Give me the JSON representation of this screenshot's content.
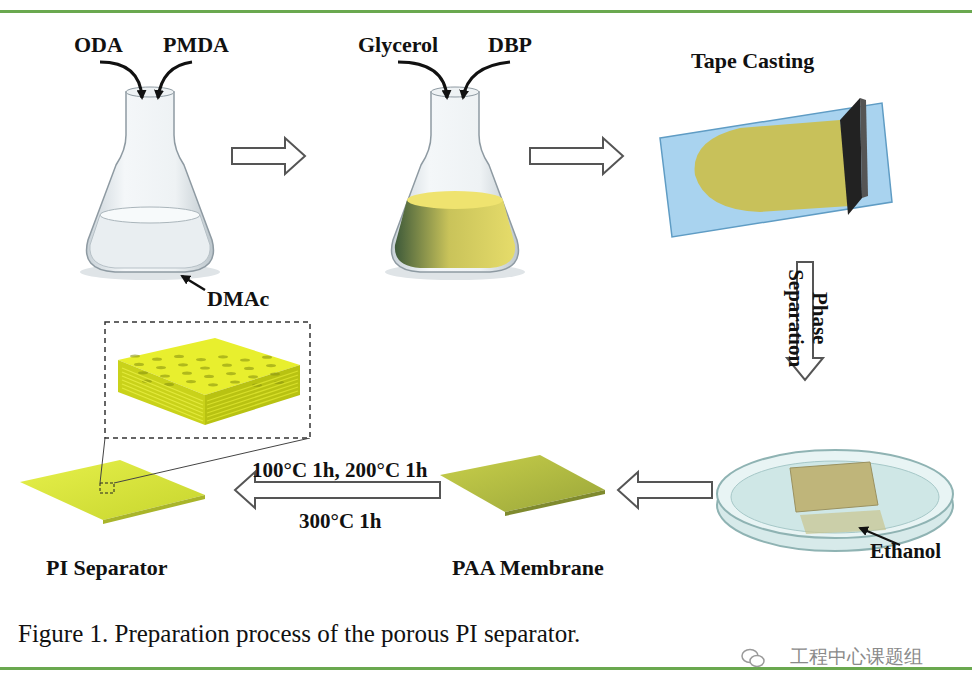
{
  "diagram": {
    "caption": "Figure 1. Preparation process of the porous PI separator.",
    "labels": [
      "ODA",
      "PMDA",
      "DMAc",
      "Glycerol",
      "DBP",
      "Tape Casting",
      "Phase Separation",
      "Ethanol",
      "100°C 1h, 200°C 1h",
      "300°C 1h",
      "PI Separator",
      "PAA Membrane",
      "工程中心课题组"
    ]
  }
}
